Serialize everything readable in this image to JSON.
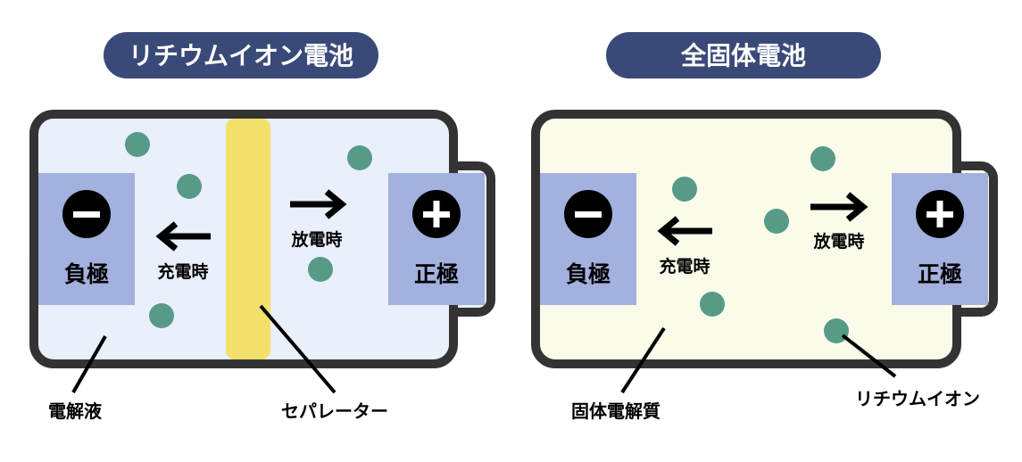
{
  "left_panel": {
    "title": "リチウムイオン電池",
    "negative_label": "負極",
    "positive_label": "正極",
    "negative_sign": "−",
    "positive_sign": "+",
    "charge_label": "充電時",
    "discharge_label": "放電時",
    "callouts": {
      "electrolyte": "電解液",
      "separator": "セパレーター"
    }
  },
  "right_panel": {
    "title": "全固体電池",
    "negative_label": "負極",
    "positive_label": "正極",
    "negative_sign": "−",
    "positive_sign": "+",
    "charge_label": "充電時",
    "discharge_label": "放電時",
    "callouts": {
      "solid_electrolyte": "固体電解質",
      "lithium_ion": "リチウムイオン"
    }
  },
  "colors": {
    "title_pill": "#3a4a78",
    "battery_outline": "#333333",
    "left_fill": "#e9effb",
    "right_fill": "#fbfbe9",
    "electrode": "#a3b1de",
    "separator": "#f2e06b",
    "ion": "#579a88"
  }
}
